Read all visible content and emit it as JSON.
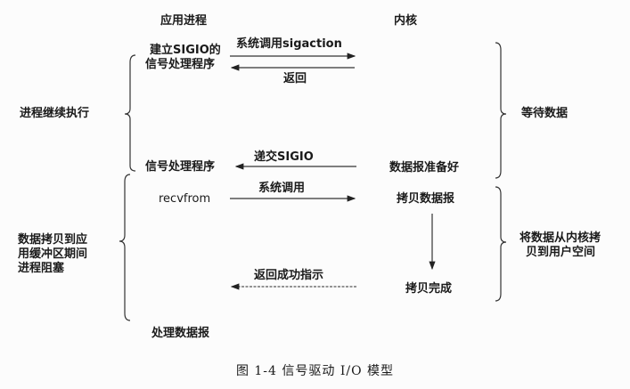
{
  "headers": {
    "app_process": "应用进程",
    "kernel": "内核"
  },
  "app": {
    "setup_line1": "建立SIGIO的",
    "setup_line2": "信号处理程序",
    "continue": "进程继续执行",
    "handler": "信号处理程序",
    "recvfrom": "recvfrom",
    "blocked": [
      "数据拷贝到应",
      "用缓冲区期间",
      "进程阻塞"
    ],
    "process": "处理数据报"
  },
  "arrows": {
    "sigaction": "系统调用sigaction",
    "return": "返回",
    "deliver": "递交SIGIO",
    "syscall": "系统调用",
    "success": "返回成功指示"
  },
  "kernel": {
    "wait": "等待数据",
    "ready": "数据报准备好",
    "copy": "拷贝数据报",
    "copy_phase": [
      "将数据从内核拷",
      "贝到用户空间"
    ],
    "done": "拷贝完成"
  },
  "caption": "图 1-4   信号驱动 I/O 模型"
}
